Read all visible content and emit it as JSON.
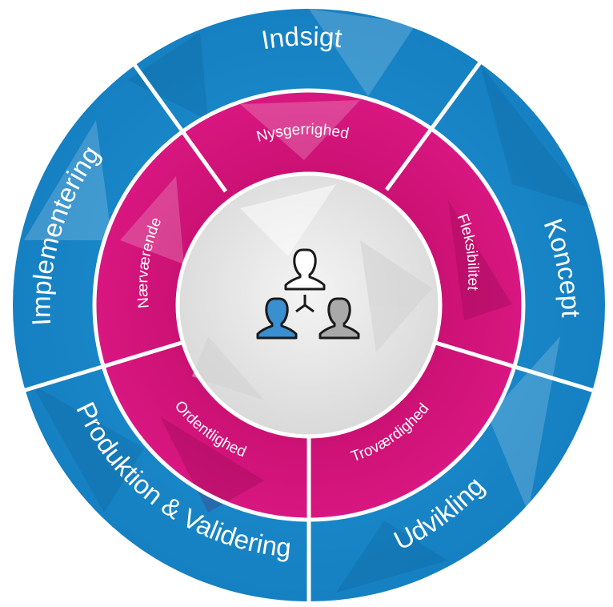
{
  "outer_ring": {
    "color": "#1b8fd1",
    "segments": [
      {
        "id": "indsigt",
        "label": "Indsigt"
      },
      {
        "id": "koncept",
        "label": "Koncept"
      },
      {
        "id": "udvikling",
        "label": "Udvikling"
      },
      {
        "id": "produktion",
        "label": "Produktion & Validering"
      },
      {
        "id": "implementering",
        "label": "Implementering"
      }
    ]
  },
  "inner_ring": {
    "color": "#d4127a",
    "segments": [
      {
        "id": "nysgerrighed",
        "label": "Nysgerrighed"
      },
      {
        "id": "fleksibilitet",
        "label": "Fleksibilitet"
      },
      {
        "id": "trovaerdighed",
        "label": "Troværdighed"
      },
      {
        "id": "ordentlighed",
        "label": "Ordentlighed"
      },
      {
        "id": "naervaerende",
        "label": "Nærværende"
      }
    ]
  },
  "center": {
    "color": "#e6e6e6",
    "icon": "people-network-icon",
    "person_colors": {
      "top": "#ffffff",
      "left": "#3a8fd0",
      "right": "#a9a9a9"
    }
  }
}
